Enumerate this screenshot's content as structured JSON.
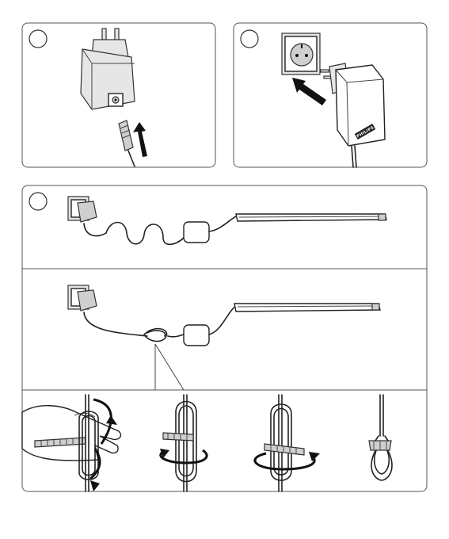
{
  "figure": {
    "steps": [
      {
        "id": "1",
        "label": ""
      },
      {
        "id": "2",
        "label": ""
      },
      {
        "id": "3",
        "label": ""
      }
    ],
    "adapter_brand": "PHILIPS"
  }
}
